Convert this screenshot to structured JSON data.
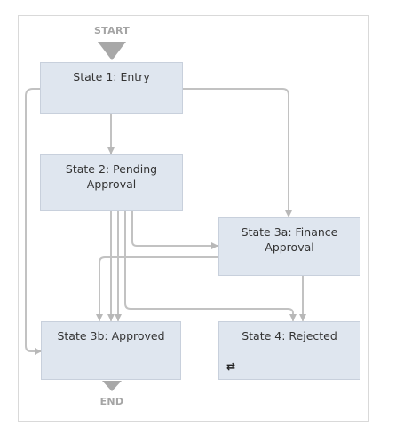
{
  "diagram": {
    "start_label": "START",
    "end_label": "END",
    "states": {
      "entry": "State 1: Entry",
      "pending": "State 2: Pending Approval",
      "finance": "State 3a: Finance Approval",
      "approved": "State 3b: Approved",
      "rejected": "State 4: Rejected"
    },
    "rejected_icon": "loop-icon",
    "colors": {
      "state_fill": "#dfe6ef",
      "state_border": "#c8d0dc",
      "connector": "#c2c2c2",
      "marker": "#a5a5a5"
    }
  }
}
